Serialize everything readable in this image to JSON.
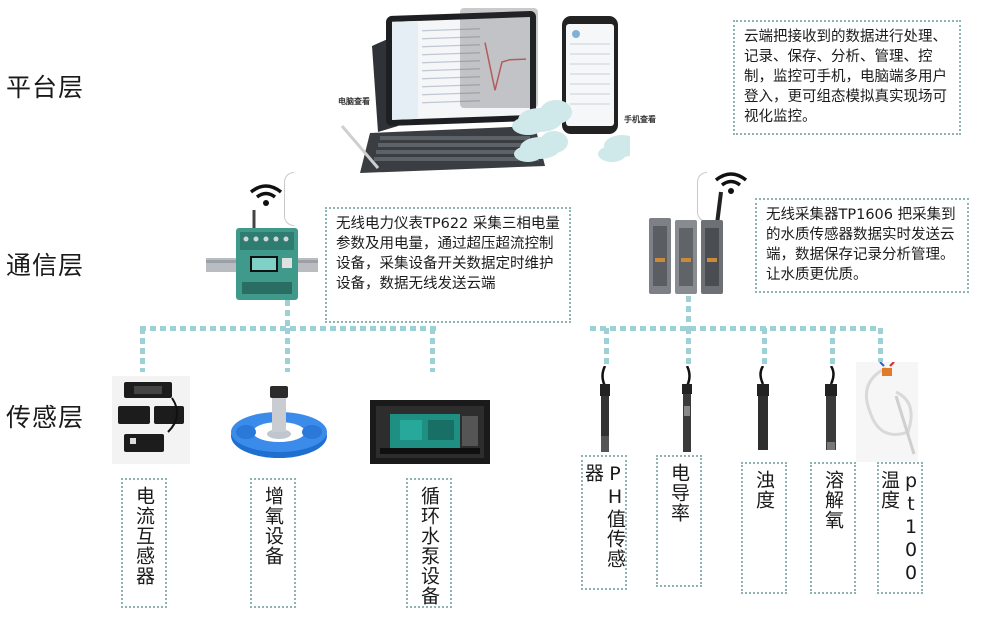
{
  "layers": {
    "platform": "平台层",
    "communication": "通信层",
    "sensing": "传感层"
  },
  "platform": {
    "pc_caption": "电脑查看",
    "phone_caption": "手机查看",
    "note": "云端把接收到的数据进行处理、记录、保存、分析、管理、控制，监控可手机，电脑端多用户登入，更可组态模拟真实现场可视化监控。"
  },
  "communication": {
    "meter_note": "无线电力仪表TP622 采集三相电量参数及用电量，通过超压超流控制设备，采集设备开关数据定时维护设备，数据无线发送云端",
    "collector_note": "无线采集器TP1606 把采集到的水质传感器数据实时发送云端，数据保存记录分析管理。让水质更优质。"
  },
  "devices": [
    {
      "label": "电流互感器",
      "icon": "current-transformer-icon"
    },
    {
      "label": "增氧设备",
      "icon": "aerator-icon"
    },
    {
      "label": "循环水泵设备",
      "icon": "water-pump-icon"
    },
    {
      "label": "PH值传感器",
      "icon": "ph-sensor-icon"
    },
    {
      "label": "电导率",
      "icon": "conductivity-sensor-icon"
    },
    {
      "label": "浊度",
      "icon": "turbidity-sensor-icon"
    },
    {
      "label": "溶解氧",
      "icon": "dissolved-oxygen-sensor-icon"
    },
    {
      "label": "pt100温度",
      "icon": "pt100-temperature-sensor-icon"
    }
  ],
  "colors": {
    "connector": "#9ed1d6",
    "box_border": "#8fb3b3"
  }
}
